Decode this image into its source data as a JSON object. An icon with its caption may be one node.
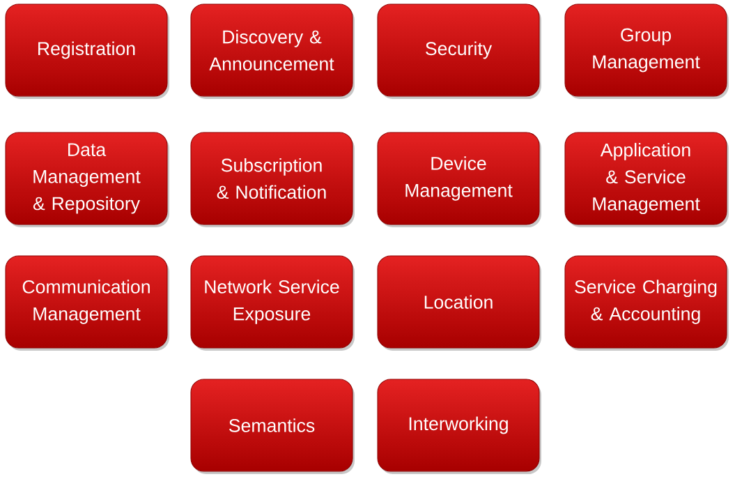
{
  "diagram": {
    "nodes": [
      {
        "text": [
          "Registration"
        ]
      },
      {
        "text": [
          "Discovery & Announcement"
        ]
      },
      {
        "text": [
          "Security"
        ]
      },
      {
        "text": [
          "Group Management"
        ]
      },
      {
        "text": [
          "Data Management & Repository"
        ]
      },
      {
        "text": [
          "Subscription & Notification"
        ]
      },
      {
        "text": [
          "Device Management"
        ]
      },
      {
        "text": [
          "Application & Service Management"
        ]
      },
      {
        "text": [
          "Communication Management"
        ]
      },
      {
        "text": [
          "Network Service Exposure"
        ]
      },
      {
        "text": [
          "Location"
        ]
      },
      {
        "text": [
          "Service Charging & Accounting"
        ]
      },
      {
        "text": [
          "Semantics"
        ]
      },
      {
        "text": [
          "Interworking"
        ]
      }
    ]
  }
}
